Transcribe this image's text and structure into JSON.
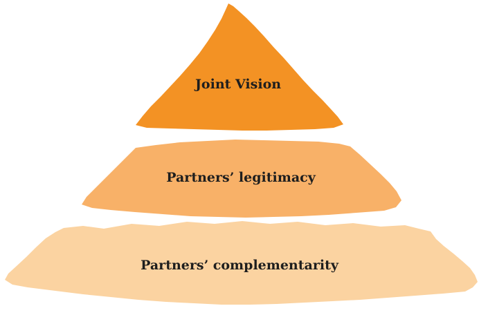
{
  "pyramid": {
    "tiers": [
      {
        "label": "Joint Vision",
        "color": "#f39224"
      },
      {
        "label": "Partners’ legitimacy",
        "color": "#f8b168"
      },
      {
        "label": "Partners’ complementarity",
        "color": "#fbd3a1"
      }
    ]
  }
}
